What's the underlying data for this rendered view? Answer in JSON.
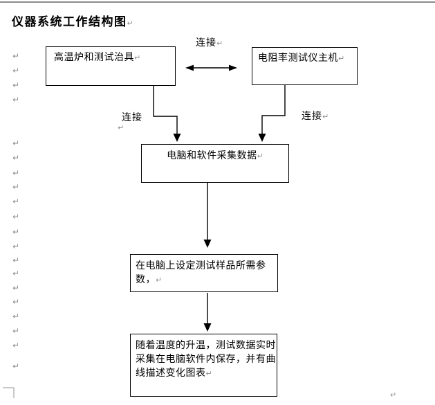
{
  "title": {
    "text": "仪器系统工作结构图"
  },
  "glyphs": {
    "paragraph_mark": "↵"
  },
  "connections": {
    "top_label": "连接",
    "left_label": "连接",
    "right_label": "连接"
  },
  "flowchart": {
    "box_furnace": "高温炉和测试治具",
    "box_host": "电阻率测试仪主机",
    "box_collect": "电脑和软件采集数据",
    "box_params": "在电脑上设定测试样品所需参\n数，",
    "box_save": "随着温度的升温，测试数据实时\n采集在电脑软件内保存，并有曲\n线描述变化图表"
  },
  "left_margin_marks_y": [
    83,
    104,
    125,
    146,
    209,
    230,
    252,
    272,
    293,
    315,
    337,
    358,
    378,
    397,
    418,
    438,
    459,
    480,
    501,
    531
  ],
  "colors": {
    "line": "#000000",
    "paragraph_mark": "#8f8f8f",
    "page_top_border": "#8a8a8a",
    "margin_corner": "#a8a8a8",
    "background": "#ffffff"
  }
}
